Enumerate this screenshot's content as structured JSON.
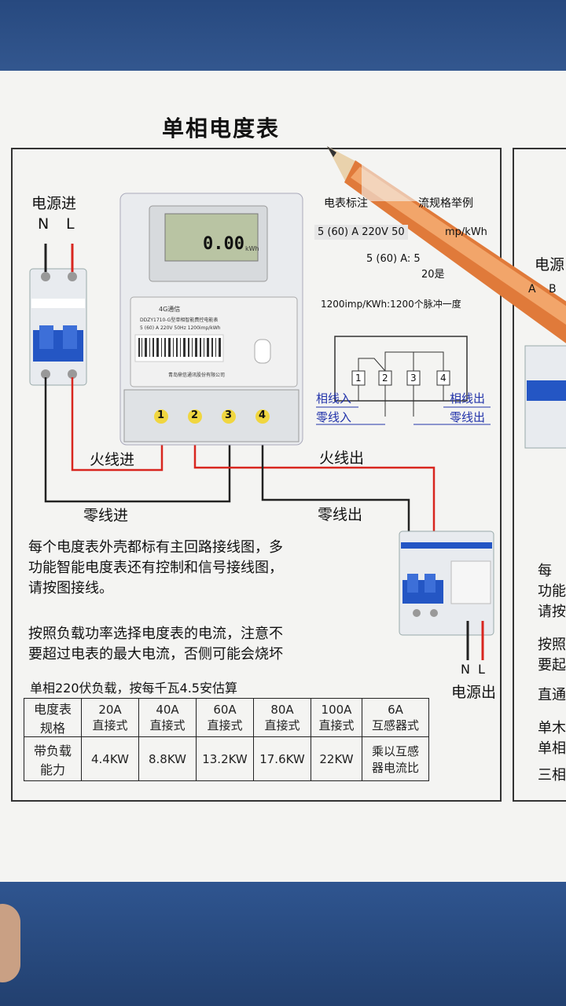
{
  "title": "单相电度表",
  "power_in": {
    "label": "电源进",
    "n": "N",
    "l": "L"
  },
  "power_out": {
    "label": "电源出",
    "n": "N",
    "l": "L"
  },
  "right_partial": {
    "power_label": "电源",
    "a": "A",
    "b": "B"
  },
  "wires": {
    "live_in": "火线进",
    "live_out": "火线出",
    "neutral_in": "零线进",
    "neutral_out": "零线出"
  },
  "meter": {
    "display": "0.00",
    "display_unit": "kWh",
    "model": "DDZY1710-G型单相智能费控电能表",
    "spec_small": "5 (60) A 220V 50Hz 1200imp/kWh",
    "comm": "4G通信",
    "manufacturer": "青岛鼎信通讯股份有限公司",
    "terminals": [
      "1",
      "2",
      "3",
      "4"
    ]
  },
  "spec": {
    "heading": "电表标注",
    "heading_tail": "流规格举例",
    "line": "5 (60) A 220V 50",
    "line_tail": "mp/kWh",
    "note1": "5 (60) A: 5",
    "note1b": "20是",
    "note2": "1200imp/KWh:1200个脉冲一度"
  },
  "diagram": {
    "terminals": [
      "1",
      "2",
      "3",
      "4"
    ],
    "phase_in": "相线入",
    "neutral_in": "零线入",
    "phase_out": "相线出",
    "neutral_out": "零线出"
  },
  "paragraph1": [
    "每个电度表外壳都标有主回路接线图，多",
    "功能智能电度表还有控制和信号接线图，",
    "请按图接线。"
  ],
  "paragraph2": [
    "按照负载功率选择电度表的电流，注意不",
    "要超过电表的最大电流，否侧可能会烧坏"
  ],
  "table_note": "单相220伏负载，按每千瓦4.5安估算",
  "table": {
    "row1_head": [
      "电度表",
      "规格"
    ],
    "specs": [
      [
        "20A",
        "直接式"
      ],
      [
        "40A",
        "直接式"
      ],
      [
        "60A",
        "直接式"
      ],
      [
        "80A",
        "直接式"
      ],
      [
        "100A",
        "直接式"
      ],
      [
        "6A",
        "互感器式"
      ]
    ],
    "row2_head": [
      "带负载",
      "能力"
    ],
    "capacity": [
      "4.4KW",
      "8.8KW",
      "13.2KW",
      "17.6KW",
      "22KW"
    ],
    "capacity_last": [
      "乘以互感",
      "器电流比"
    ]
  },
  "right_edge_text": [
    "每",
    "功能",
    "请按",
    "按照",
    "要起",
    "直通",
    "单木",
    "单相",
    "三相"
  ],
  "colors": {
    "live": "#d8261f",
    "neutral": "#222222",
    "pencil": "#e07a3a",
    "blue_text": "#2233aa"
  }
}
